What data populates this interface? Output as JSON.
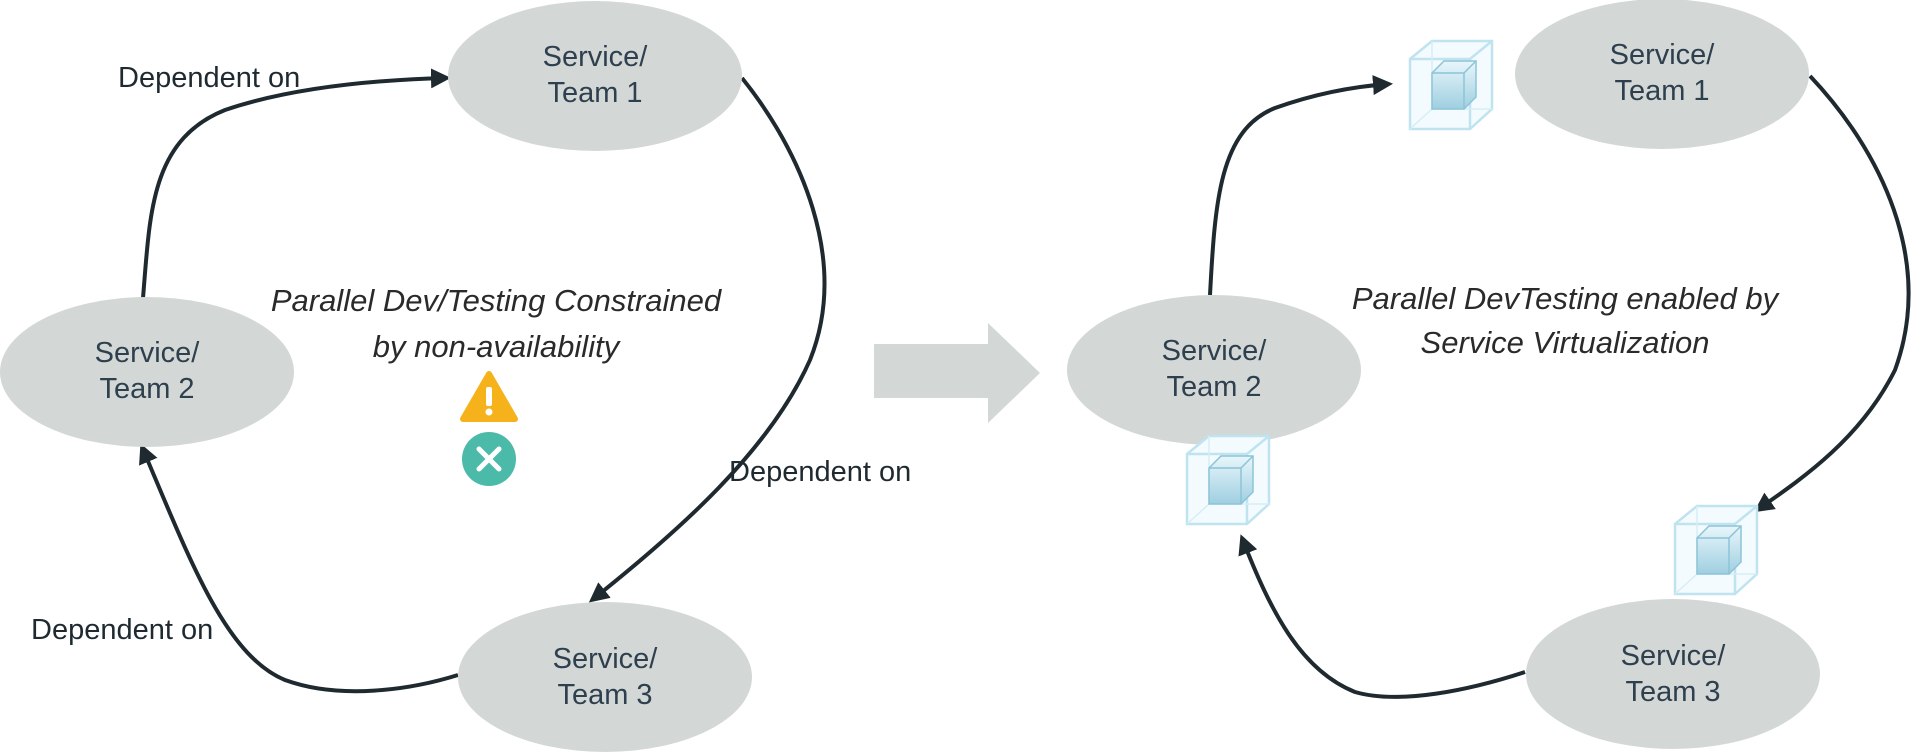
{
  "left_panel": {
    "nodes": [
      {
        "id": "team1",
        "line1": "Service/",
        "line2": "Team 1"
      },
      {
        "id": "team2",
        "line1": "Service/",
        "line2": "Team 2"
      },
      {
        "id": "team3",
        "line1": "Service/",
        "line2": "Team 3"
      }
    ],
    "edges": [
      {
        "from": "team2",
        "to": "team1",
        "label": "Dependent on"
      },
      {
        "from": "team1",
        "to": "team3",
        "label": "Dependent on"
      },
      {
        "from": "team3",
        "to": "team2",
        "label": "Dependent on"
      }
    ],
    "caption_line1": "Parallel Dev/Testing Constrained",
    "caption_line2": "by non-availability",
    "status_icons": [
      "warning-icon",
      "error-x-icon"
    ]
  },
  "right_panel": {
    "nodes": [
      {
        "id": "team1",
        "line1": "Service/",
        "line2": "Team 1"
      },
      {
        "id": "team2",
        "line1": "Service/",
        "line2": "Team 2"
      },
      {
        "id": "team3",
        "line1": "Service/",
        "line2": "Team 3"
      }
    ],
    "edges": [
      {
        "from": "team2",
        "to": "team1"
      },
      {
        "from": "team1",
        "to": "team3"
      },
      {
        "from": "team3",
        "to": "team2"
      }
    ],
    "caption_line1": "Parallel DevTesting enabled by",
    "caption_line2": "Service Virtualization",
    "virtual_service_icon": "virtual-cube-icon"
  },
  "colors": {
    "node_fill": "#d3d7d6",
    "node_text": "#2e3f4e",
    "edge": "#1f2a30",
    "warning": "#f5b21b",
    "error": "#4cbaa8",
    "cube": "#a8d8e6"
  }
}
